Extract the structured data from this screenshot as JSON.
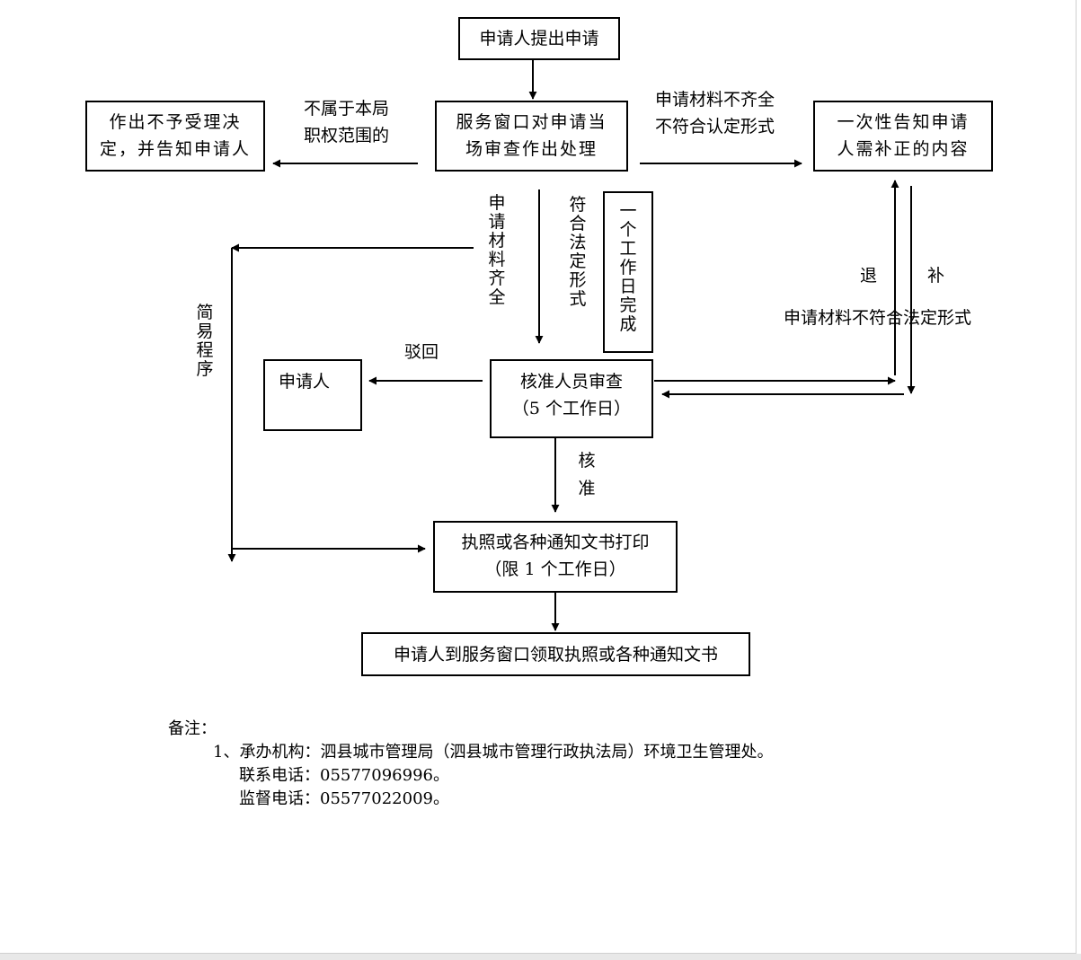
{
  "boxes": {
    "apply": "申请人提出申请",
    "window_l1": "服务窗口对申请当",
    "window_l2": "场审查作出处理",
    "reject_l1": "作出不予受理决",
    "reject_l2": "定，并告知申请人",
    "notify_l1": "一次性告知申请",
    "notify_l2": "人需补正的内容",
    "oneday": "一个工作日完成",
    "review_l1": "核准人员审查",
    "review_l2": "（5 个工作日）",
    "applicant": "申请人",
    "print_l1": "执照或各种通知文书打印",
    "print_l2": "（限 1 个工作日）",
    "collect": "申请人到服务窗口领取执照或各种通知文书"
  },
  "labels": {
    "not_in_scope_l1": "不属于本局",
    "not_in_scope_l2": "职权范围的",
    "incomplete_l1": "申请材料不齐全",
    "incomplete_l2": "不符合认定形式",
    "complete": "申请材料齐全",
    "legal_form": "符合法定形式",
    "simple": "简易程序",
    "reject_back": "驳回",
    "approve": "核准",
    "return": "退",
    "supplement": "补",
    "not_legal": "申请材料不符合法定形式"
  },
  "notes": {
    "title": "备注：",
    "item1": "1、承办机构：泗县城市管理局（泗县城市管理行政执法局）环境卫生管理处。",
    "phone": "联系电话：05577096996。",
    "supervise": "监督电话：05577022009。"
  }
}
